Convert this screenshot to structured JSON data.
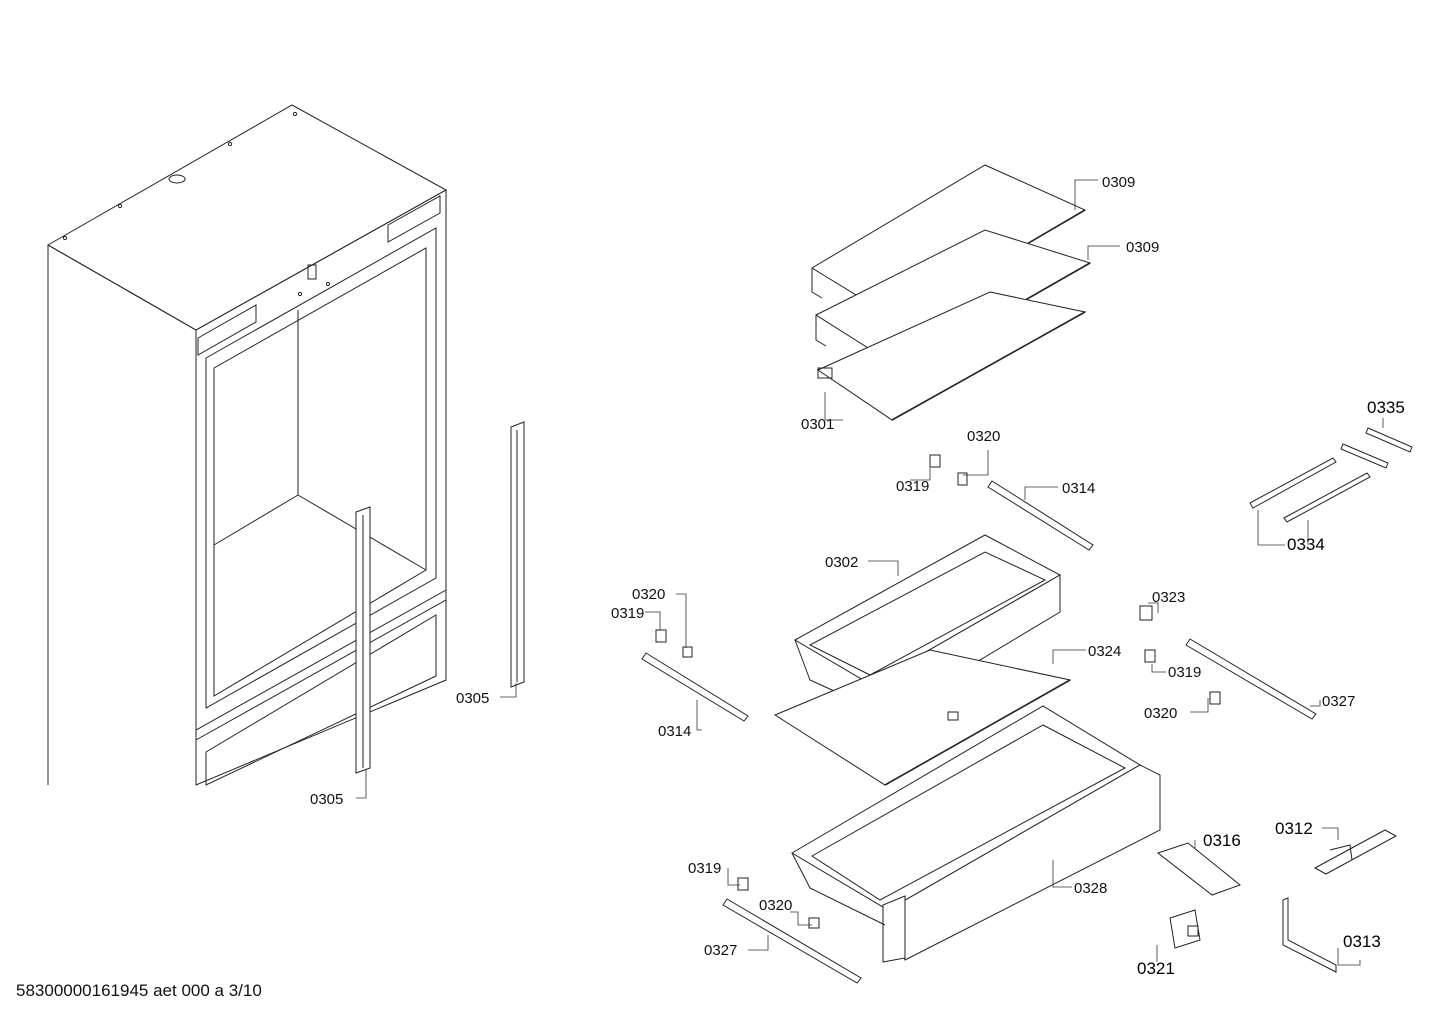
{
  "footer": {
    "document_code": "58300000161945 aet 000 a 3/10"
  },
  "callouts": [
    {
      "id": "0309a",
      "label": "0309"
    },
    {
      "id": "0309b",
      "label": "0309"
    },
    {
      "id": "0301",
      "label": "0301"
    },
    {
      "id": "0320a",
      "label": "0320"
    },
    {
      "id": "0319a",
      "label": "0319"
    },
    {
      "id": "0314a",
      "label": "0314"
    },
    {
      "id": "0335",
      "label": "0335"
    },
    {
      "id": "0334",
      "label": "0334"
    },
    {
      "id": "0302",
      "label": "0302"
    },
    {
      "id": "0320b",
      "label": "0320"
    },
    {
      "id": "0319b",
      "label": "0319"
    },
    {
      "id": "0323",
      "label": "0323"
    },
    {
      "id": "0324",
      "label": "0324"
    },
    {
      "id": "0319c",
      "label": "0319"
    },
    {
      "id": "0327a",
      "label": "0327"
    },
    {
      "id": "0320c",
      "label": "0320"
    },
    {
      "id": "0314b",
      "label": "0314"
    },
    {
      "id": "0305a",
      "label": "0305"
    },
    {
      "id": "0305b",
      "label": "0305"
    },
    {
      "id": "0312",
      "label": "0312"
    },
    {
      "id": "0316",
      "label": "0316"
    },
    {
      "id": "0328",
      "label": "0328"
    },
    {
      "id": "0319d",
      "label": "0319"
    },
    {
      "id": "0320d",
      "label": "0320"
    },
    {
      "id": "0327b",
      "label": "0327"
    },
    {
      "id": "0313",
      "label": "0313"
    },
    {
      "id": "0321",
      "label": "0321"
    }
  ]
}
